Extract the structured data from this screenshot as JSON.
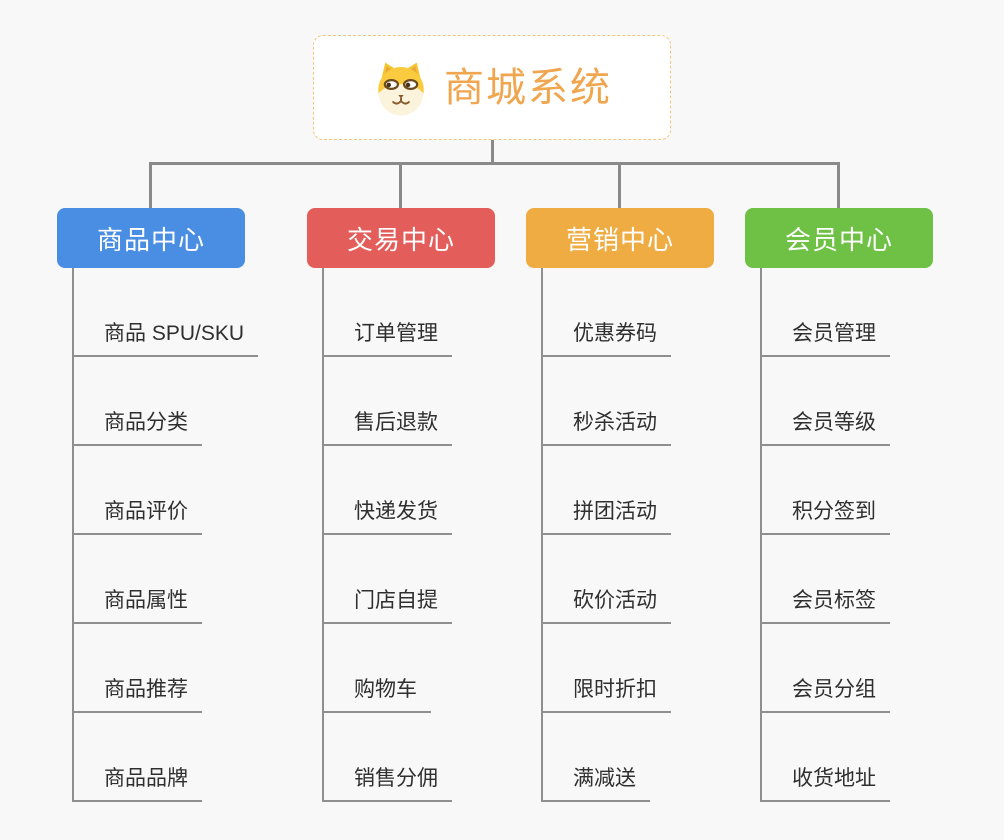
{
  "page": {
    "background": "#f8f8f8",
    "connector_color": "#8a8a8a"
  },
  "root": {
    "title": "商城系统",
    "icon": "doge-icon",
    "accent_color": "#f0a64e",
    "border_color": "#f3c47c"
  },
  "branches": [
    {
      "label": "商品中心",
      "color": "#4a8ee4",
      "children": [
        "商品 SPU/SKU",
        "商品分类",
        "商品评价",
        "商品属性",
        "商品推荐",
        "商品品牌"
      ]
    },
    {
      "label": "交易中心",
      "color": "#e35d5b",
      "children": [
        "订单管理",
        "售后退款",
        "快递发货",
        "门店自提",
        "购物车",
        "销售分佣"
      ]
    },
    {
      "label": "营销中心",
      "color": "#eeac43",
      "children": [
        "优惠券码",
        "秒杀活动",
        "拼团活动",
        "砍价活动",
        "限时折扣",
        "满减送"
      ]
    },
    {
      "label": "会员中心",
      "color": "#6ec145",
      "children": [
        "会员管理",
        "会员等级",
        "积分签到",
        "会员标签",
        "会员分组",
        "收货地址"
      ]
    }
  ]
}
